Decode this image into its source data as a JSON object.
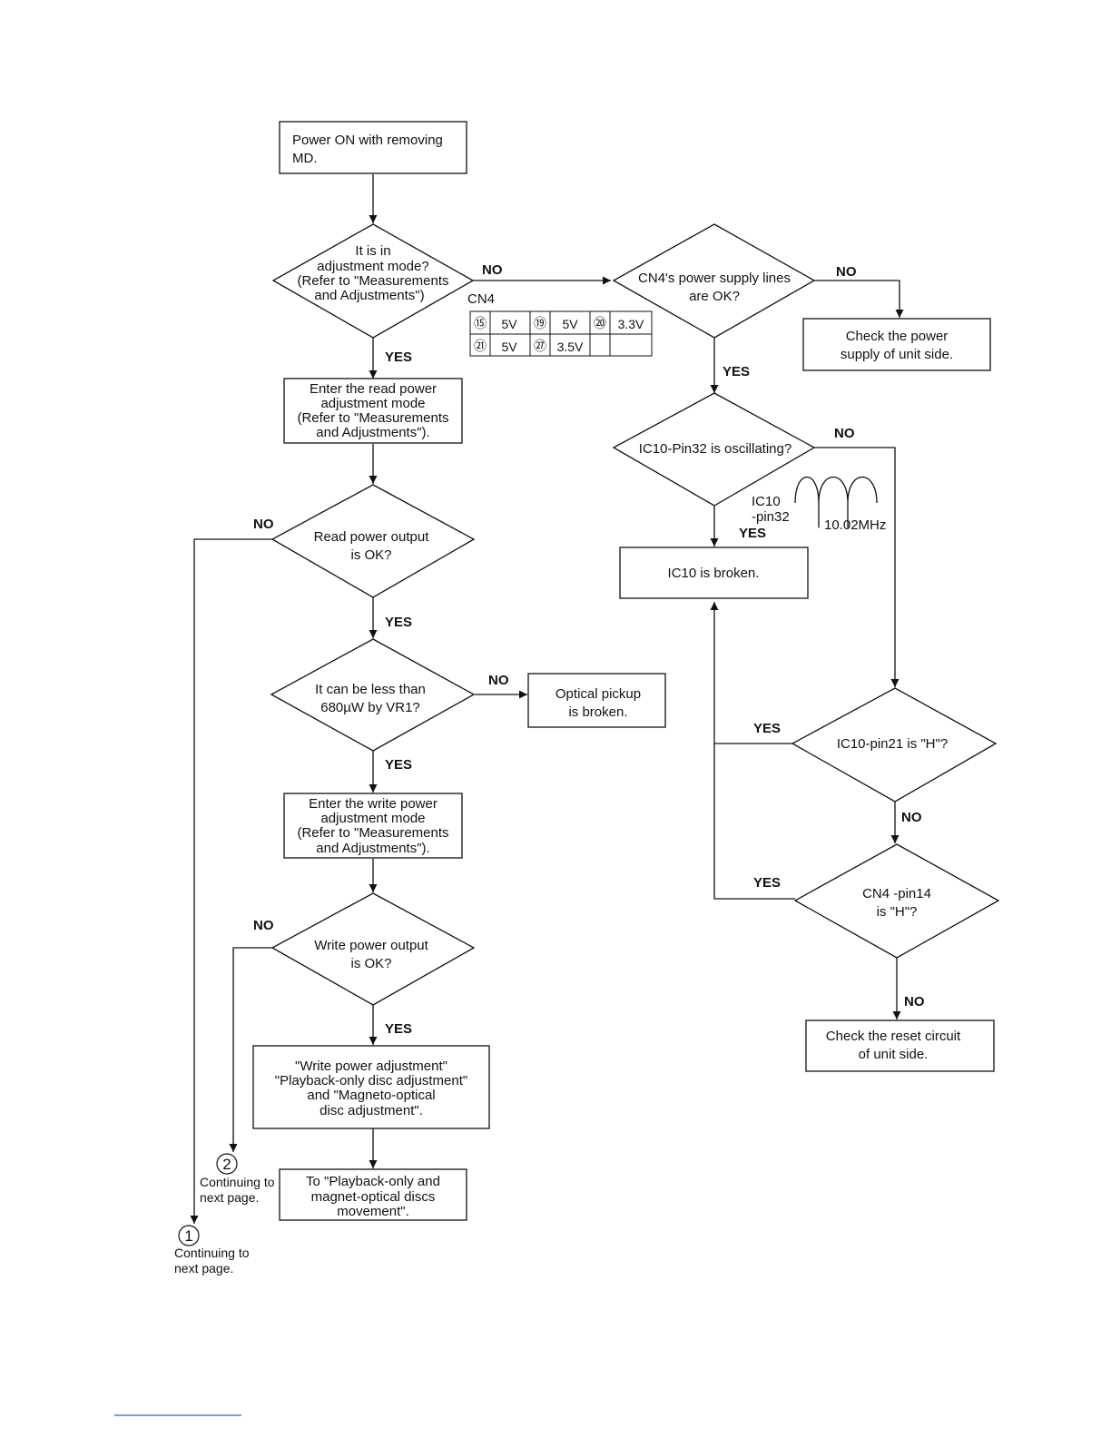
{
  "nodes": {
    "power_on": [
      "Power ON with removing",
      "MD."
    ],
    "adjust_mode": [
      "It is in",
      "adjustment mode?",
      "(Refer to \"Measurements",
      "and Adjustments\")"
    ],
    "read_mode": [
      "Enter the read power",
      "adjustment mode",
      "(Refer to \"Measurements",
      "and Adjustments\")."
    ],
    "read_ok": [
      "Read power output",
      "is OK?"
    ],
    "less_than": [
      "It can be less than",
      "680µW by VR1?"
    ],
    "optical_broken": [
      "Optical pickup",
      "is broken."
    ],
    "write_mode": [
      "Enter the write power",
      "adjustment mode",
      "(Refer to \"Measurements",
      "and Adjustments\")."
    ],
    "write_ok": [
      "Write power output",
      "is OK?"
    ],
    "adjustments": [
      "\"Write power adjustment\"",
      "\"Playback-only disc adjustment\"",
      "and \"Magneto-optical",
      "disc adjustment\"."
    ],
    "to_playback": [
      "To \"Playback-only and",
      "magnet-optical discs",
      "movement\"."
    ],
    "cn4_ok": [
      "CN4's power supply lines",
      "are OK?"
    ],
    "check_power": [
      "Check the power",
      "supply of unit side."
    ],
    "ic10_osc": [
      "IC10-Pin32 is oscillating?"
    ],
    "ic10_broken": [
      "IC10 is broken."
    ],
    "pin21": [
      "IC10-pin21 is \"H\"?"
    ],
    "pin14": [
      "CN4 -pin14",
      "is \"H\"?"
    ],
    "check_reset": [
      "Check the reset circuit",
      "of unit side."
    ]
  },
  "edge_labels": {
    "yes": "YES",
    "no": "NO"
  },
  "cn4_table": {
    "title": "CN4",
    "rows": [
      [
        {
          "pin": "⑮",
          "v": "5V"
        },
        {
          "pin": "⑲",
          "v": "5V"
        },
        {
          "pin": "⑳",
          "v": "3.3V"
        }
      ],
      [
        {
          "pin": "㉑",
          "v": "5V"
        },
        {
          "pin": "㉗",
          "v": "3.5V"
        },
        {
          "pin": "",
          "v": ""
        }
      ]
    ]
  },
  "waveform": {
    "label_line1": "IC10",
    "label_line2": "-pin32",
    "frequency": "10.02MHz"
  },
  "connectors": {
    "c1": {
      "symbol": "1",
      "text": [
        "Continuing to",
        "next page."
      ]
    },
    "c2": {
      "symbol": "2",
      "text": [
        "Continuing to",
        "next page."
      ]
    }
  }
}
